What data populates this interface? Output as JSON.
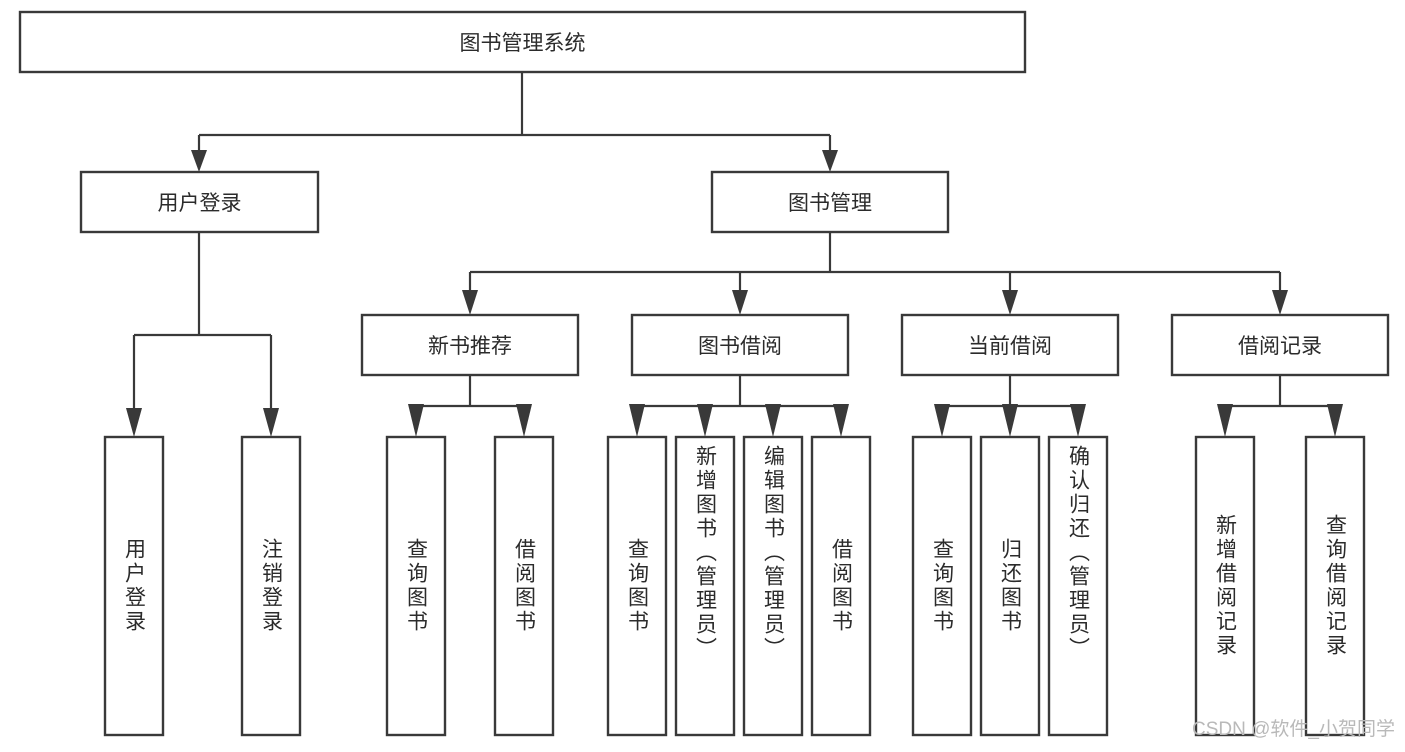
{
  "diagram": {
    "title": "图书管理系统",
    "type": "tree-hierarchy-flowchart",
    "watermark": "CSDN @软件_小贺同学",
    "colors": {
      "stroke": "#393939",
      "fill": "#ffffff",
      "text": "#2b2b2b",
      "watermark": "#b9b9b9",
      "background": "#ffffff"
    },
    "root": {
      "label": "图书管理系统",
      "orientation": "horizontal"
    },
    "level2": [
      {
        "label": "用户登录",
        "orientation": "horizontal"
      },
      {
        "label": "图书管理",
        "orientation": "horizontal"
      }
    ],
    "level3": [
      {
        "label": "新书推荐",
        "orientation": "horizontal",
        "parent": "图书管理"
      },
      {
        "label": "图书借阅",
        "orientation": "horizontal",
        "parent": "图书管理"
      },
      {
        "label": "当前借阅",
        "orientation": "horizontal",
        "parent": "图书管理"
      },
      {
        "label": "借阅记录",
        "orientation": "horizontal",
        "parent": "图书管理"
      }
    ],
    "leaves": {
      "user_login": [
        {
          "label": "用户登录",
          "orientation": "vertical"
        },
        {
          "label": "注销登录",
          "orientation": "vertical"
        }
      ],
      "new_book_recommend": [
        {
          "label": "查询图书",
          "orientation": "vertical"
        },
        {
          "label": "借阅图书",
          "orientation": "vertical"
        }
      ],
      "book_borrow": [
        {
          "label": "查询图书",
          "orientation": "vertical"
        },
        {
          "label": "新增图书（管理员）",
          "orientation": "vertical"
        },
        {
          "label": "编辑图书（管理员）",
          "orientation": "vertical"
        },
        {
          "label": "借阅图书",
          "orientation": "vertical"
        }
      ],
      "current_borrow": [
        {
          "label": "查询图书",
          "orientation": "vertical"
        },
        {
          "label": "归还图书",
          "orientation": "vertical"
        },
        {
          "label": "确认归还（管理员）",
          "orientation": "vertical"
        }
      ],
      "borrow_record": [
        {
          "label": "新增借阅记录",
          "orientation": "vertical"
        },
        {
          "label": "查询借阅记录",
          "orientation": "vertical"
        }
      ]
    }
  }
}
